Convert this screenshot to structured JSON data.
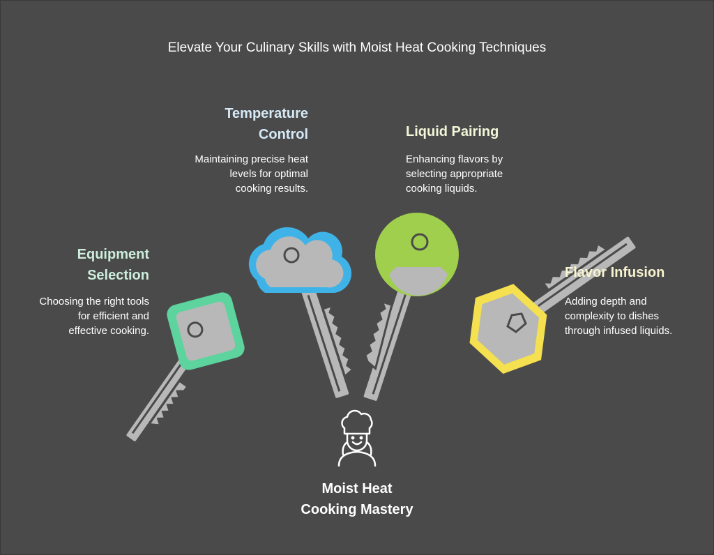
{
  "title": "Elevate Your Culinary Skills with Moist Heat Cooking Techniques",
  "center": {
    "label": "Moist Heat\nCooking Mastery",
    "icon": "chef-icon"
  },
  "keys": [
    {
      "id": "equipment",
      "heading": "Equipment\nSelection",
      "description": "Choosing the right tools\nfor efficient and\neffective cooking.",
      "color": "#5dd39e",
      "head_shape": "square"
    },
    {
      "id": "temperature",
      "heading": "Temperature\nControl",
      "description": "Maintaining precise heat\nlevels for optimal\ncooking results.",
      "color": "#3fb3e8",
      "head_shape": "cloud"
    },
    {
      "id": "liquid",
      "heading": "Liquid Pairing",
      "description": "Enhancing flavors by\nselecting appropriate\ncooking liquids.",
      "color": "#9fcf4c",
      "head_shape": "circle"
    },
    {
      "id": "flavor",
      "heading": "Flavor Infusion",
      "description": "Adding depth and\ncomplexity to dishes\nthrough infused liquids.",
      "color": "#f5e050",
      "head_shape": "hexagon"
    }
  ],
  "colors": {
    "background": "#4a4a4a",
    "key_metal": "#b8b8b8",
    "key_outline": "#4a4a4a"
  }
}
